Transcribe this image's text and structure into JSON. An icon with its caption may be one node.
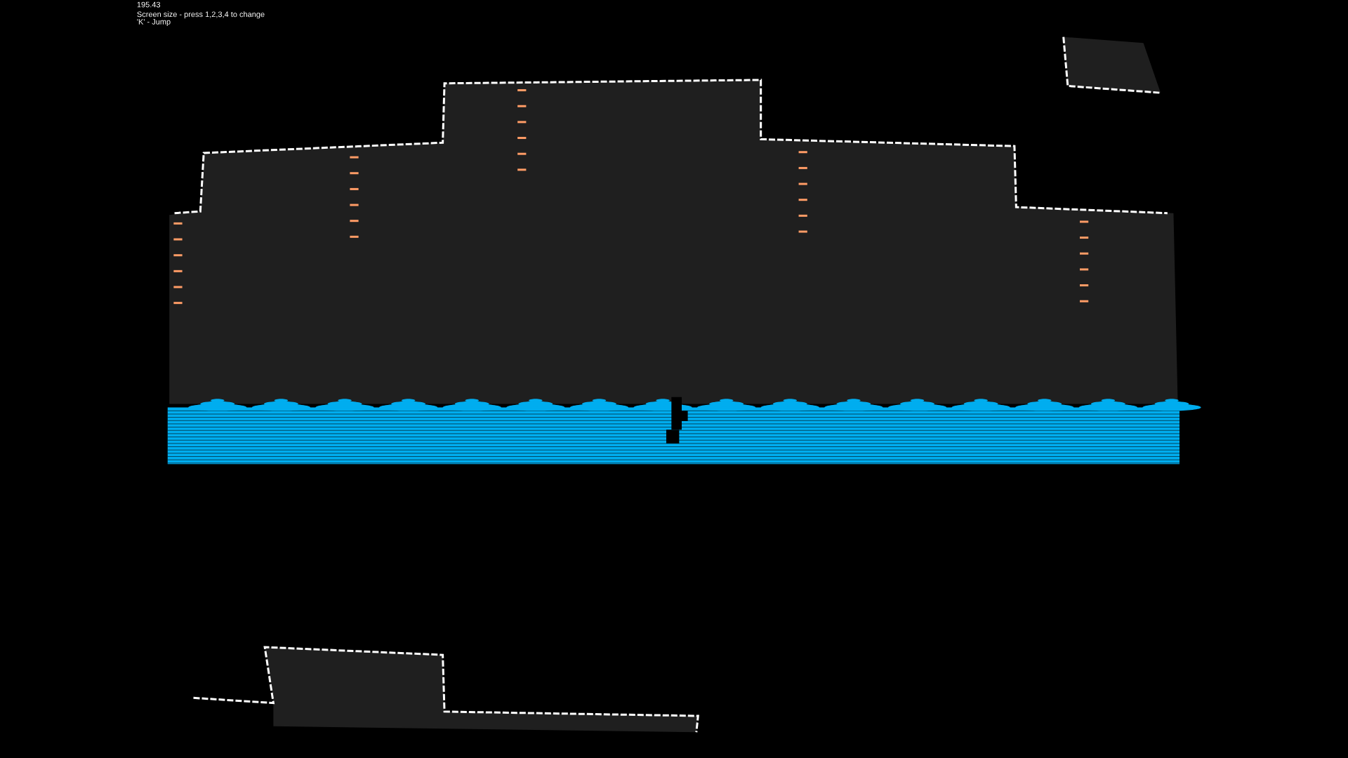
{
  "diagram": {
    "labels": [
      "195.43",
      "Screen size - press 1,2,3,4 to change",
      "'K' - Jump"
    ]
  }
}
